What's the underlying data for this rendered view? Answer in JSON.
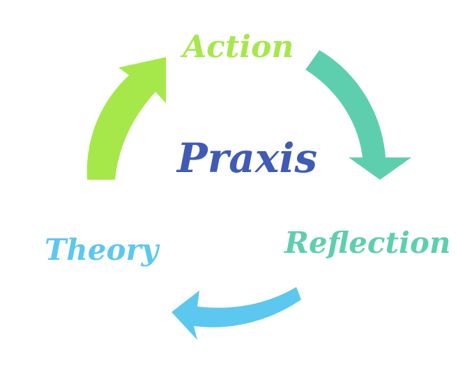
{
  "diagram": {
    "center": {
      "label": "Praxis",
      "color": "#3f5bb5"
    },
    "stages": [
      {
        "id": "action",
        "label": "Action",
        "color": "#a6e84a"
      },
      {
        "id": "reflection",
        "label": "Reflection",
        "color": "#5ecfae"
      },
      {
        "id": "theory",
        "label": "Theory",
        "color": "#5cc8ef"
      }
    ],
    "arrows": [
      {
        "id": "theory-to-action",
        "from": "Theory",
        "to": "Action",
        "color": "#a6e84a"
      },
      {
        "id": "action-to-reflection",
        "from": "Action",
        "to": "Reflection",
        "color": "#5ecfae"
      },
      {
        "id": "reflection-to-theory",
        "from": "Reflection",
        "to": "Theory",
        "color": "#5cc8ef"
      }
    ]
  }
}
